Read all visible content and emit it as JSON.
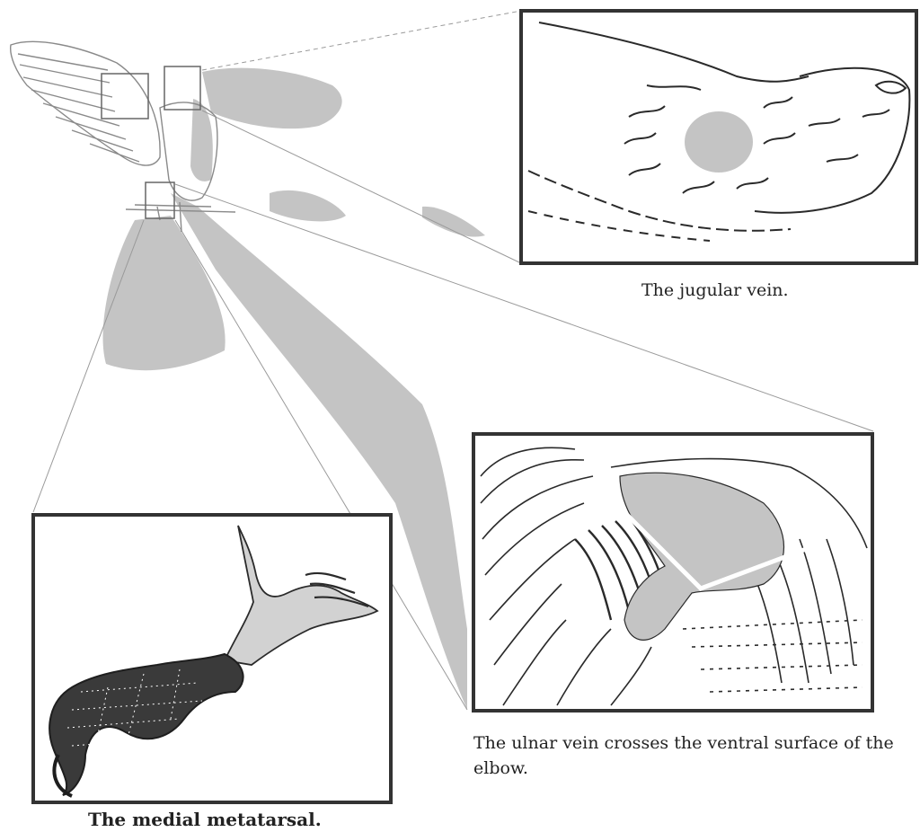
{
  "figure": {
    "captions": {
      "jugular": "The jugular vein.",
      "ulnar": "The ulnar vein crosses the ventral surface of the elbow.",
      "medial": "The medial metatarsal."
    },
    "colors": {
      "shade": "#c4c4c4",
      "ink": "#2a2a2a",
      "frame": "#333333",
      "bird_ink": "#8a8a8a"
    }
  }
}
